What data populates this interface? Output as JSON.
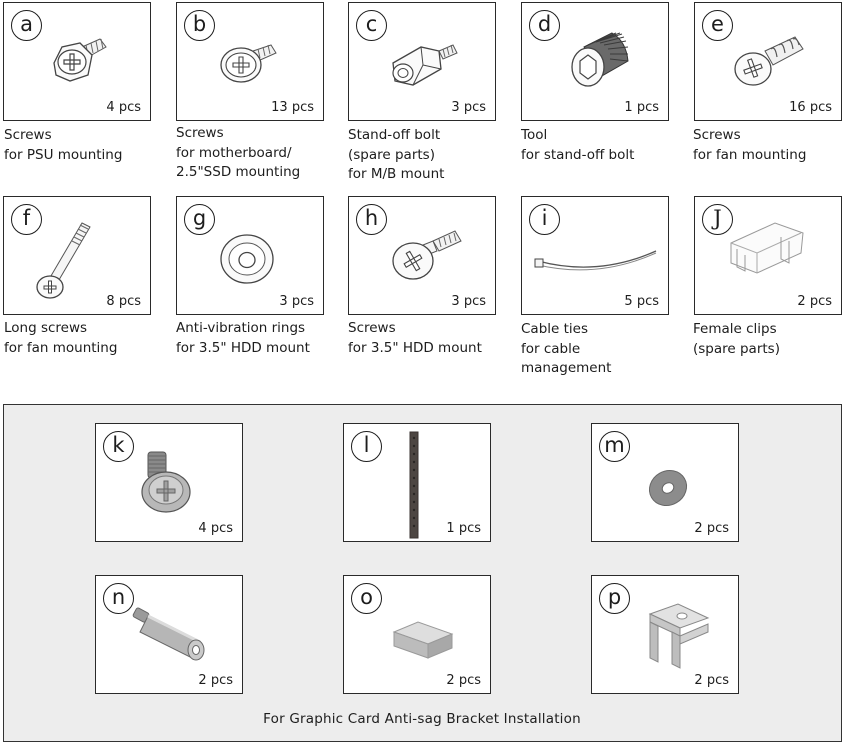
{
  "items": [
    {
      "letter": "a",
      "qty": "4 pcs",
      "lines": [
        "Screws",
        "for PSU mounting"
      ],
      "icon": "psu-screw-icon"
    },
    {
      "letter": "b",
      "qty": "13 pcs",
      "lines": [
        "Screws",
        "for motherboard/",
        "2.5\"SSD mounting"
      ],
      "icon": "motherboard-screw-icon"
    },
    {
      "letter": "c",
      "qty": "3 pcs",
      "lines": [
        "Stand-off bolt",
        "(spare parts)",
        "for M/B mount"
      ],
      "icon": "standoff-bolt-icon"
    },
    {
      "letter": "d",
      "qty": "1 pcs",
      "lines": [
        "Tool",
        "for stand-off bolt"
      ],
      "icon": "standoff-tool-icon"
    },
    {
      "letter": "e",
      "qty": "16 pcs",
      "lines": [
        "Screws",
        "for fan mounting"
      ],
      "icon": "fan-screw-icon"
    },
    {
      "letter": "f",
      "qty": "8 pcs",
      "lines": [
        "Long screws",
        "for fan mounting"
      ],
      "icon": "long-screw-icon"
    },
    {
      "letter": "g",
      "qty": "3 pcs",
      "lines": [
        "Anti-vibration rings",
        "for 3.5\" HDD mount"
      ],
      "icon": "anti-vibration-ring-icon"
    },
    {
      "letter": "h",
      "qty": "3 pcs",
      "lines": [
        "Screws",
        "for 3.5\" HDD mount"
      ],
      "icon": "hdd-screw-icon"
    },
    {
      "letter": "i",
      "qty": "5 pcs",
      "lines": [
        "Cable ties",
        "for cable",
        "management"
      ],
      "icon": "cable-tie-icon"
    },
    {
      "letter": "J",
      "qty": "2 pcs",
      "lines": [
        "Female clips",
        "(spare parts)"
      ],
      "icon": "female-clip-icon"
    }
  ],
  "bracket_items": [
    {
      "letter": "k",
      "qty": "4 pcs",
      "icon": "thumb-screw-icon"
    },
    {
      "letter": "l",
      "qty": "1 pcs",
      "icon": "bracket-strip-icon"
    },
    {
      "letter": "m",
      "qty": "2 pcs",
      "icon": "washer-icon"
    },
    {
      "letter": "n",
      "qty": "2 pcs",
      "icon": "bracket-standoff-icon"
    },
    {
      "letter": "o",
      "qty": "2 pcs",
      "icon": "foam-pad-icon"
    },
    {
      "letter": "p",
      "qty": "2 pcs",
      "icon": "l-bracket-icon"
    }
  ],
  "bracket_caption": "For Graphic Card Anti-sag Bracket Installation"
}
